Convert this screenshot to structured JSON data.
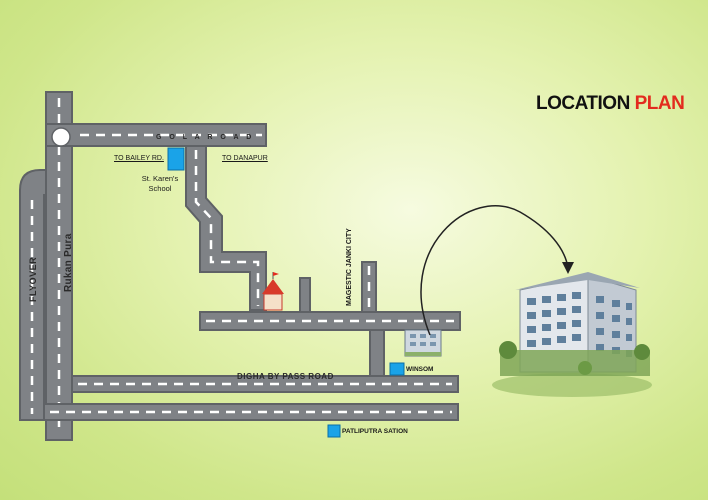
{
  "title": {
    "part1": "LOCATION ",
    "part2": "PLAN"
  },
  "colors": {
    "road": "#7f8286",
    "marker": "#1aa3e8",
    "title_accent": "#e32b1e",
    "background": "#d9ed9c"
  },
  "roads": {
    "gola_road": "G O L A   R O A D",
    "digha_bypass": "DIGHA BY PASS ROAD",
    "rukan_pura": "Rukan Pura",
    "flyover": "FLYOVER",
    "magestic_janki_city": "MAGESTIC JANKI CITY"
  },
  "directions": {
    "bailey": "TO BAILEY RD.",
    "danapur": "TO DANAPUR"
  },
  "landmarks": {
    "school": "St. Karen's School",
    "temple_icon": "temple-icon",
    "winsom": "WINSOM",
    "patliputra": "PATLIPUTRA SATION"
  },
  "icons": {
    "arrow": "curved-arrow-icon",
    "building": "building-icon"
  }
}
